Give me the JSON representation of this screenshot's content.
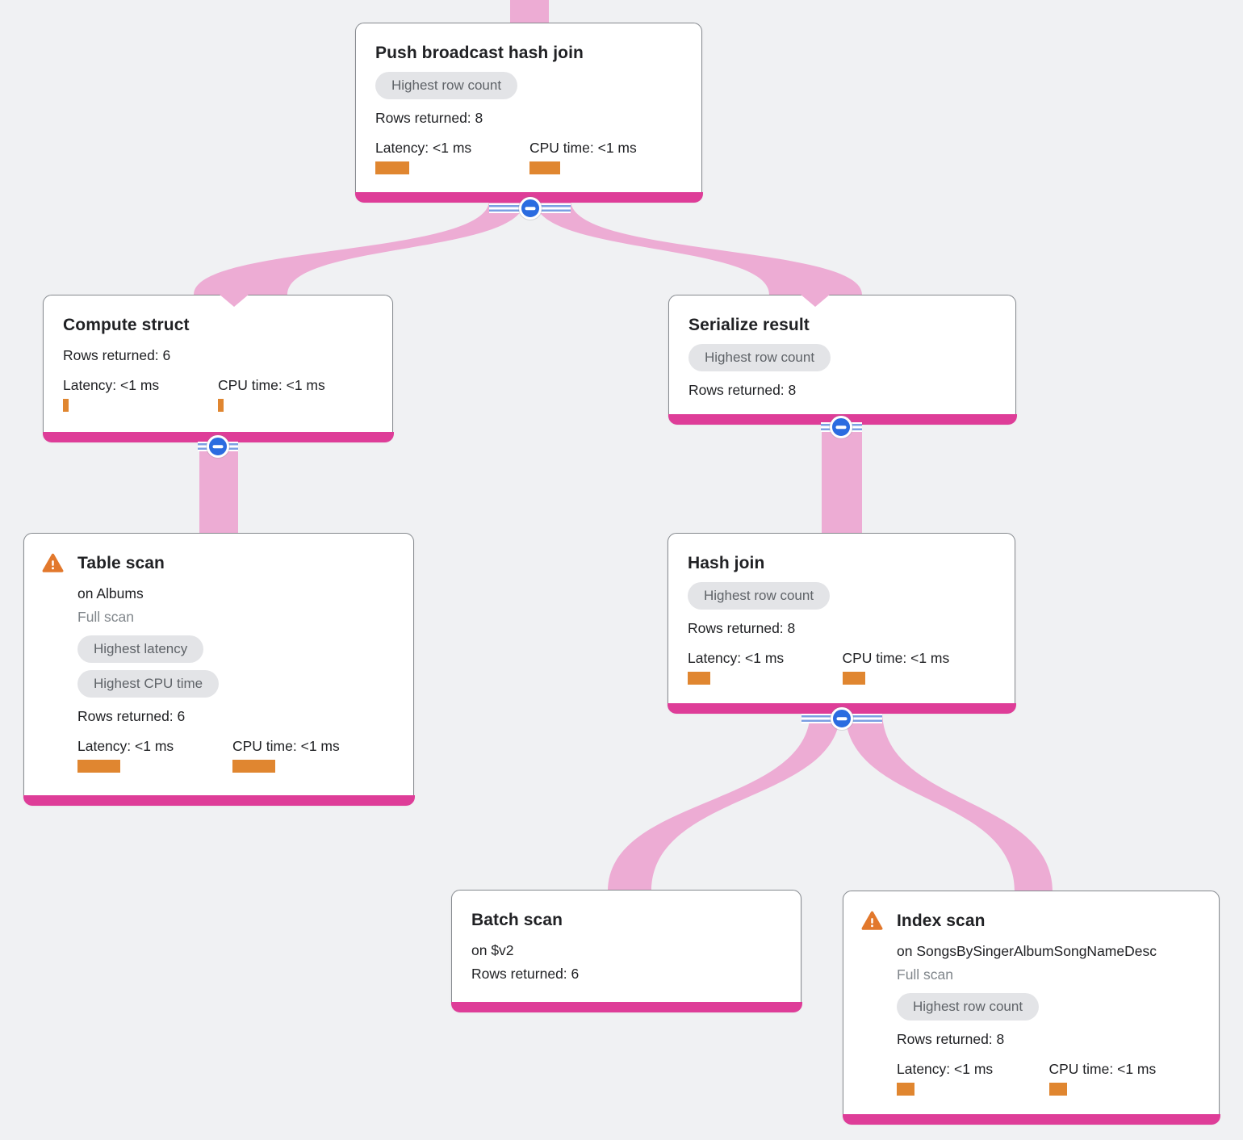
{
  "diagram": {
    "type": "query-execution-plan-tree",
    "edges": [
      {
        "from": "parent-offscreen",
        "to": "push-broadcast-hash-join"
      },
      {
        "from": "push-broadcast-hash-join",
        "to": "compute-struct"
      },
      {
        "from": "push-broadcast-hash-join",
        "to": "serialize-result"
      },
      {
        "from": "compute-struct",
        "to": "table-scan"
      },
      {
        "from": "serialize-result",
        "to": "hash-join"
      },
      {
        "from": "hash-join",
        "to": "batch-scan"
      },
      {
        "from": "hash-join",
        "to": "index-scan"
      }
    ]
  },
  "nodes": {
    "push": {
      "title": "Push broadcast hash join",
      "badge": "Highest row count",
      "rows": "Rows returned: 8",
      "latency": "Latency: <1 ms",
      "cpu": "CPU time: <1 ms",
      "latency_bar": 42,
      "cpu_bar": 38
    },
    "compute": {
      "title": "Compute struct",
      "rows": "Rows returned: 6",
      "latency": "Latency: <1 ms",
      "cpu": "CPU time: <1 ms",
      "latency_bar": 7,
      "cpu_bar": 7
    },
    "serialize": {
      "title": "Serialize result",
      "badge": "Highest row count",
      "rows": "Rows returned: 8"
    },
    "table": {
      "title": "Table scan",
      "subtitle": "on Albums",
      "scan": "Full scan",
      "badge1": "Highest latency",
      "badge2": "Highest CPU time",
      "rows": "Rows returned: 6",
      "latency": "Latency: <1 ms",
      "cpu": "CPU time: <1 ms",
      "latency_bar": 53,
      "cpu_bar": 53
    },
    "hash": {
      "title": "Hash join",
      "badge": "Highest row count",
      "rows": "Rows returned: 8",
      "latency": "Latency: <1 ms",
      "cpu": "CPU time: <1 ms",
      "latency_bar": 28,
      "cpu_bar": 28
    },
    "batch": {
      "title": "Batch scan",
      "subtitle": "on $v2",
      "rows": "Rows returned: 6"
    },
    "index": {
      "title": "Index scan",
      "subtitle": "on SongsBySingerAlbumSongNameDesc",
      "scan": "Full scan",
      "badge": "Highest row count",
      "rows": "Rows returned: 8",
      "latency": "Latency: <1 ms",
      "cpu": "CPU time: <1 ms",
      "latency_bar": 22,
      "cpu_bar": 22
    }
  },
  "colors": {
    "background": "#f0f1f3",
    "ribbon_pink": "#edacd4",
    "card_footer_pink": "#de3d98",
    "metric_bar_orange": "#e08630",
    "warning_orange": "#e2782c",
    "collapse_blue": "#2b6ce0",
    "badge_bg": "#e3e4e7",
    "badge_text": "#5f6368",
    "muted_text": "#80868b",
    "card_border": "#878b90"
  }
}
